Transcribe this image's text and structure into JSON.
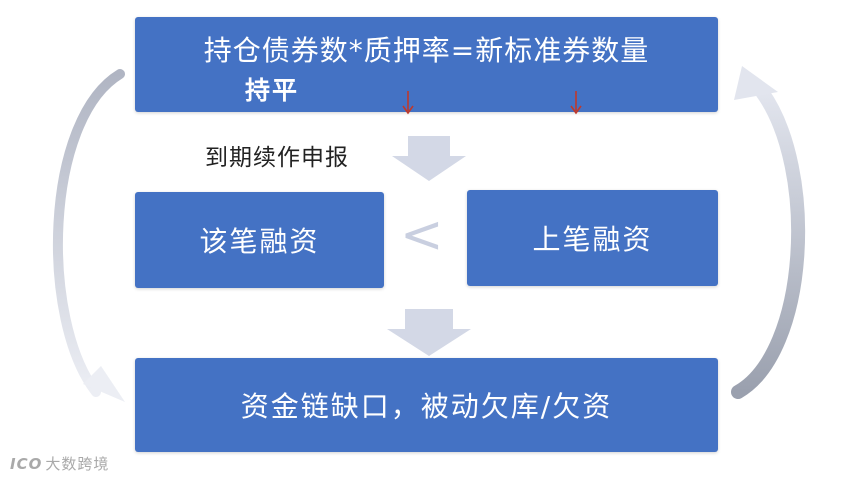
{
  "top_box": {
    "formula": "持仓债券数*质押率=新标准券数量",
    "flat_label": "持平",
    "arrow_glyph": "↓",
    "arrow_color": "#c0392b"
  },
  "renew_label": "到期续作申报",
  "left_box": {
    "label": "该笔融资"
  },
  "comparison": {
    "symbol": "<"
  },
  "right_box": {
    "label": "上笔融资"
  },
  "bottom_box": {
    "label": "资金链缺口，被动欠库/欠资"
  },
  "watermark": {
    "logo": "ICO",
    "text": "大数跨境"
  },
  "colors": {
    "box_fill": "#4472c4",
    "box_text": "#ffffff",
    "arrow_gray": "#d3d8e6"
  }
}
